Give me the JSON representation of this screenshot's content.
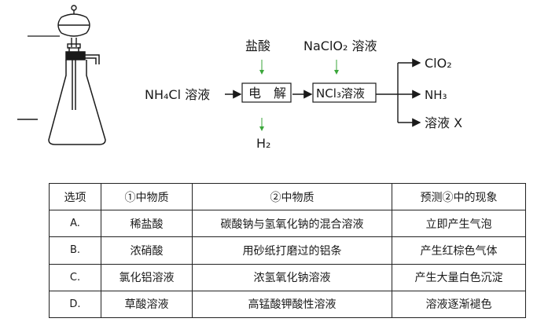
{
  "flow": {
    "input": "NH₄Cl 溶液",
    "hcl_label": "盐酸",
    "electrolysis_label": "电　解",
    "naclo2_label": "NaClO₂ 溶液",
    "ncl3_label": "NCl₃溶液",
    "h2_label": "H₂",
    "outputs": [
      "ClO₂",
      "NH₃",
      "溶液 X"
    ]
  },
  "table": {
    "headers": [
      "选项",
      "①中物质",
      "②中物质",
      "预测②中的现象"
    ],
    "rows": [
      [
        "A.",
        "稀盐酸",
        "碳酸钠与氢氧化钠的混合溶液",
        "立即产生气泡"
      ],
      [
        "B.",
        "浓硝酸",
        "用砂纸打磨过的铝条",
        "产生红棕色气体"
      ],
      [
        "C.",
        "氯化铝溶液",
        "浓氢氧化钠溶液",
        "产生大量白色沉淀"
      ],
      [
        "D.",
        "草酸溶液",
        "高锰酸钾酸性溶液",
        "溶液逐渐褪色"
      ]
    ]
  }
}
